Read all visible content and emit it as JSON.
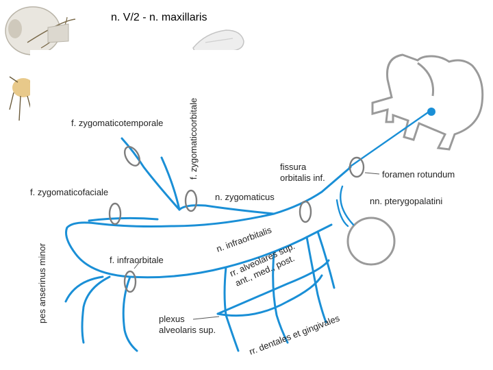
{
  "title": "n. V/2 - n. maxillaris",
  "labels": {
    "zygomaticotemporale": "f. zygomaticotemporale",
    "zygomaticoorbitale": "f. zygomaticoorbitale",
    "zygomaticofaciale": "f. zygomaticofaciale",
    "zygomaticus": "n. zygomaticus",
    "fissura_1": "fissura",
    "fissura_2": "orbitalis inf.",
    "foramen_rotundum": "foramen rotundum",
    "pterygopalatini": "nn. pterygopalatini",
    "infraorbitalis": "n. infraorbitalis",
    "alveolares_1": "rr. alveolares sup.",
    "alveolares_2": "ant., med., post.",
    "infraorbitale": "f. infraorbitale",
    "pes_anserinus": "pes anserinus minor",
    "plexus_1": "plexus",
    "plexus_2": "alveolaris sup.",
    "dentales": "rr. dentales et gingivales"
  },
  "colors": {
    "nerve": "#1a8fd6",
    "foramen": "#7d7d7d",
    "ganglion": "#9a9a9a"
  },
  "icons": [
    "skull-thumbnail-icon",
    "hand-thumbnail-icon",
    "ganglion-thumbnail-icon"
  ]
}
